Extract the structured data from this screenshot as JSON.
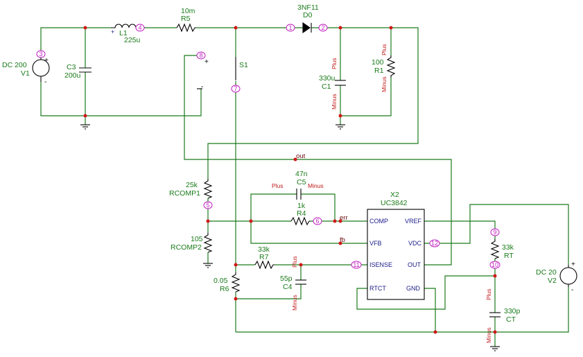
{
  "colors": {
    "wire": "#1a7a1a",
    "component": "#000000",
    "junction": "#d01818",
    "node": "#c020c0",
    "pin": "#1a1a8a",
    "polarity": "#c01818"
  },
  "components": {
    "v1": {
      "ref": "V1",
      "value": "DC 200",
      "plus": "+",
      "minus": "-"
    },
    "c3": {
      "ref": "C3",
      "value": "200u"
    },
    "l1": {
      "ref": "L1",
      "value": "225u",
      "dot": "+"
    },
    "r5": {
      "ref": "R5",
      "value": "10m"
    },
    "d0": {
      "ref": "D0",
      "value": "3NF11"
    },
    "c1": {
      "ref": "C1",
      "value": "330u",
      "plus": "Plus",
      "minus": "Minus"
    },
    "r1": {
      "ref": "R1",
      "value": "100",
      "plus": "Plus",
      "minus": "Minus"
    },
    "s1": {
      "ref": "S1",
      "plus": "+",
      "minus": "-"
    },
    "rcomp1": {
      "ref": "RCOMP1",
      "value": "25k"
    },
    "rcomp2": {
      "ref": "RCOMP2",
      "value": "105"
    },
    "c5": {
      "ref": "C5",
      "value": "47n",
      "plus": "Plus",
      "minus": "Minus"
    },
    "r4": {
      "ref": "R4",
      "value": "1k"
    },
    "r7": {
      "ref": "R7",
      "value": "33k"
    },
    "c4": {
      "ref": "C4",
      "value": "55p",
      "plus": "Plus",
      "minus": "Minus"
    },
    "r6": {
      "ref": "R6",
      "value": "0.05"
    },
    "x2": {
      "ref": "X2",
      "value": "UC3842",
      "pins": [
        "COMP",
        "VFB",
        "ISENSE",
        "RTCT",
        "VREF",
        "VDC",
        "OUT",
        "GND"
      ]
    },
    "rt": {
      "ref": "RT",
      "value": "33k"
    },
    "ct": {
      "ref": "CT",
      "value": "330p",
      "plus": "Plus",
      "minus": "Minus"
    },
    "v2": {
      "ref": "V2",
      "value": "DC 20",
      "plus": "+",
      "minus": "-"
    }
  },
  "nodes": [
    "1",
    "2",
    "3",
    "4",
    "5",
    "6",
    "7",
    "8",
    "9",
    "10",
    "11",
    "12"
  ],
  "net_labels": {
    "out": "out",
    "err": "err",
    "fb": "fb"
  }
}
